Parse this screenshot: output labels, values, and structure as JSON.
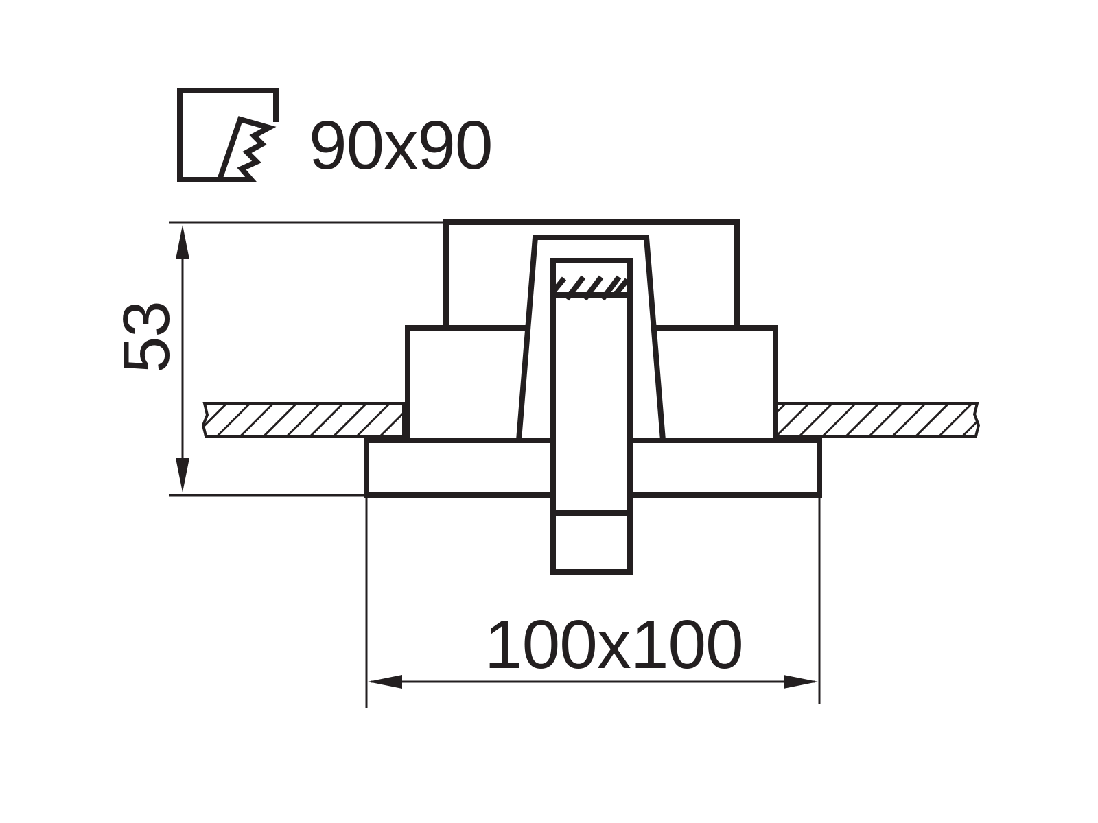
{
  "drawing": {
    "cutout_label": "90x90",
    "height_label": "53",
    "width_label": "100x100"
  },
  "icons": {
    "cutout": "square-cutout-icon"
  },
  "colors": {
    "line": "#231f20",
    "background": "#ffffff"
  }
}
